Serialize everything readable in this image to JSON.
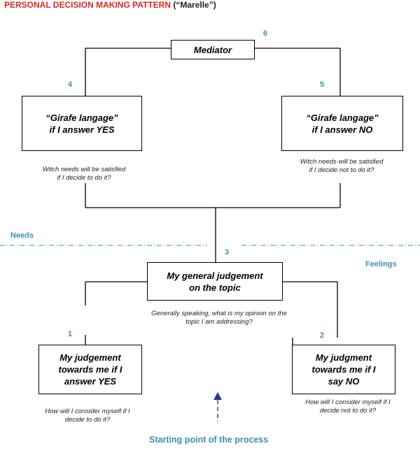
{
  "title": {
    "main": "PERSONAL DECISION MAKING PATTERN",
    "sub": "(“Marelle”)"
  },
  "boxes": {
    "mediator": {
      "number": "6",
      "lines": [
        "Mediator"
      ]
    },
    "girafe_yes": {
      "number": "4",
      "lines": [
        "“Girafe langage”",
        "if I answer YES"
      ],
      "question": [
        "Witch needs will be satisfied",
        "if I decide to do it?"
      ]
    },
    "girafe_no": {
      "number": "5",
      "lines": [
        "“Girafe langage”",
        "if I answer NO"
      ],
      "question": [
        "Witch needs will be satisfied",
        "if I decide not to do it?"
      ]
    },
    "general": {
      "number": "3",
      "lines": [
        "My general judgement",
        "on the topic"
      ],
      "question": [
        "Generally speaking, what is my opinion on the",
        "topic I am addressing?"
      ]
    },
    "judgement_yes": {
      "number": "1",
      "lines": [
        "My judgement",
        "towards me if I",
        "answer YES"
      ],
      "question": [
        "How will I consider myself if I",
        "decide to do it?"
      ]
    },
    "judgement_no": {
      "number": "2",
      "lines": [
        "My judgment",
        "towards me if I",
        "say NO"
      ],
      "question": [
        "How will I consider myself if I",
        "decide not to do it?"
      ]
    }
  },
  "labels": {
    "needs": "Needs",
    "feelings": "Feelings",
    "start": "Starting point of the process"
  },
  "colors": {
    "title": "#d62a1e",
    "accent": "#3a8fb2",
    "divider": "#5aa3c6",
    "arrow": "#1f3f7a"
  }
}
